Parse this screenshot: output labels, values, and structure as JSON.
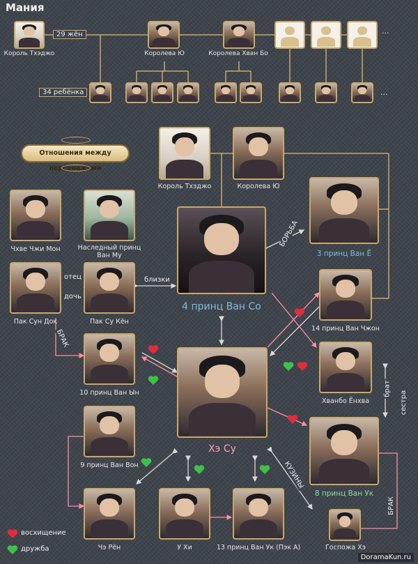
{
  "title": "Мания",
  "top": {
    "king": "Король Тхэджо",
    "wives_count": "29 жён",
    "children_count": "34 ребёнка",
    "queen_yu": "Королева Ю",
    "queen_hwangbo": "Королева Хван Бо",
    "ellipsis": "..."
  },
  "banner": "Отношения между персонажами",
  "characters": {
    "king": "Король Тхэджо",
    "queen": "Королева Ю",
    "chhve": "Чхве Чжи Мон",
    "wang_mu": "Наследный принц Ван Му",
    "wang_yo": "3 принц Ван Ё",
    "wang_so": "4 принц Ван Со",
    "pak_sun_dok": "Пак Сун Док",
    "pak_su_kyon": "Пак Су Кён",
    "wang_jung": "14 принц Ван Чжон",
    "wang_eun": "10 принц Ван Ын",
    "hae_su": "Хэ Су",
    "hwangbo": "Хванбо Ёнхва",
    "wang_won": "9 принц Ван Вон",
    "wang_wook": "8 принц Ван Ук",
    "che_ryong": "Чэ Рён",
    "u_hi": "У Хи",
    "wang_wook13": "13 принц Ван Ук (Пэк А)",
    "lady_hae": "Госпожа Хэ"
  },
  "relations": {
    "fight": "БОРЬБА",
    "close": "близки",
    "father": "отец",
    "daughter": "дочь",
    "marriage": "БРАК",
    "brother": "брат",
    "sister": "сестра",
    "cousins": "КУЗИНЫ"
  },
  "legend": {
    "admiration": "восхищение",
    "friendship": "дружба",
    "admiration_color": "#e02c3c",
    "friendship_color": "#3ec04a"
  },
  "watermark": "DoramaKun.ru"
}
